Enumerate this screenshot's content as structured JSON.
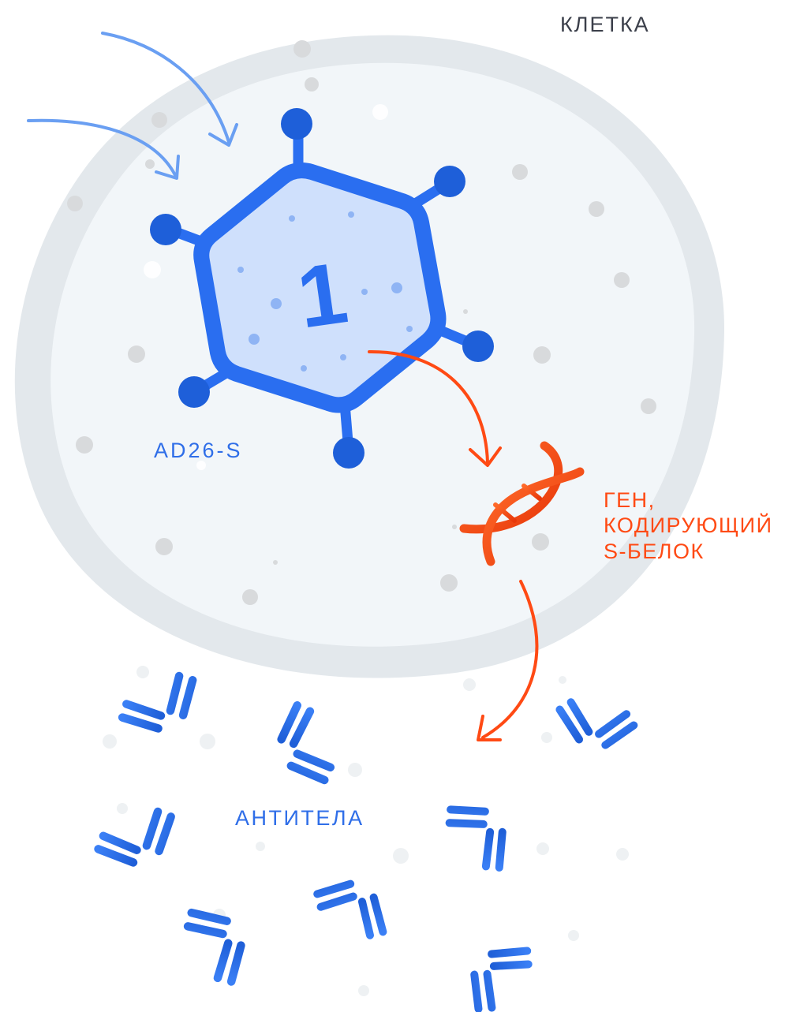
{
  "labels": {
    "cell": "КЛЕТКА",
    "vector": "AD26-S",
    "gene_line1": "ГЕН,",
    "gene_line2": "КОДИРУЮЩИЙ",
    "gene_line3": "S-БЕЛОК",
    "antibodies": "АНТИТЕЛА"
  },
  "virus_number": "1",
  "colors": {
    "cell_outer": "#e3e8ec",
    "cell_inner": "#f2f6f9",
    "virus_blue": "#2a6ef0",
    "virus_fill": "#cfe0fc",
    "arrow_light_blue": "#6a9ff2",
    "gene_orange": "#ff4a14",
    "antibody_blue": "#2f6ee8",
    "text_dark": "#3b3f4a"
  }
}
